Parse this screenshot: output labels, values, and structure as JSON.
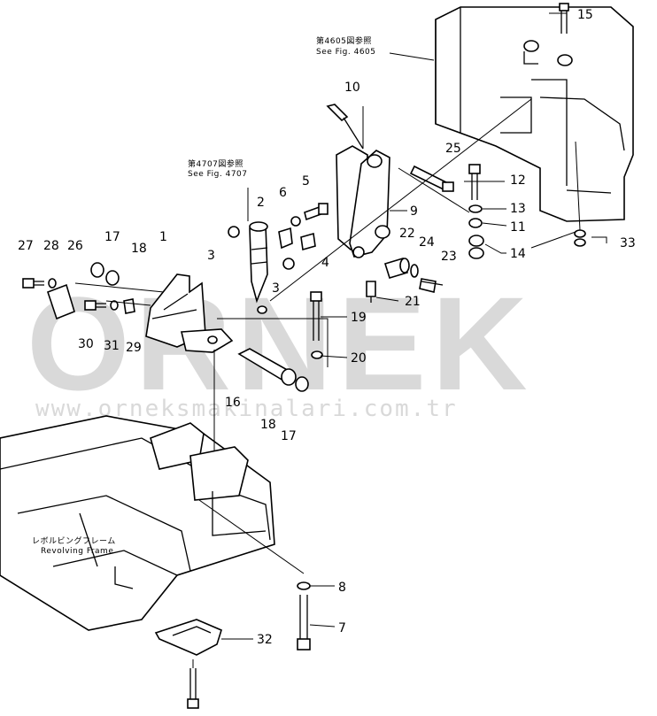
{
  "watermark": {
    "brand": "ORNEK",
    "site": "www.orneksmakinalari.com.tr"
  },
  "references": {
    "fig4605_jp": "第4605図参照",
    "fig4605_en": "See Fig. 4605",
    "fig4707_jp": "第4707図参照",
    "fig4707_en": "See Fig. 4707",
    "frame_jp": "レボルビングフレーム",
    "frame_en": "Revolving Frame"
  },
  "callouts": {
    "p1": "1",
    "p2": "2",
    "p3a": "3",
    "p3b": "3",
    "p4": "4",
    "p5": "5",
    "p6": "6",
    "p7": "7",
    "p8": "8",
    "p9": "9",
    "p10": "10",
    "p11": "11",
    "p12": "12",
    "p13": "13",
    "p14": "14",
    "p15": "15",
    "p16": "16",
    "p17a": "17",
    "p17b": "17",
    "p18a": "18",
    "p18b": "18",
    "p19": "19",
    "p20": "20",
    "p21": "21",
    "p22": "22",
    "p23": "23",
    "p24": "24",
    "p25": "25",
    "p26": "26",
    "p27": "27",
    "p28": "28",
    "p29": "29",
    "p30": "30",
    "p31": "31",
    "p32": "32",
    "p33": "33"
  }
}
